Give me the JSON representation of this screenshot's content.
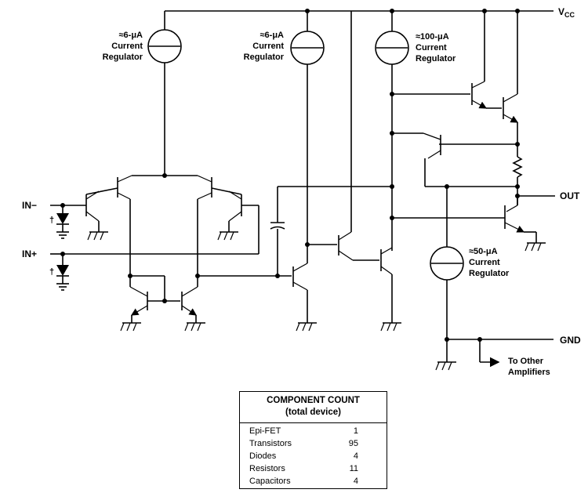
{
  "labels": {
    "vcc": "V",
    "vcc_sub": "CC",
    "in_minus": "IN−",
    "in_plus": "IN+",
    "out": "OUT",
    "gnd": "GND",
    "to_other_1": "To Other",
    "to_other_2": "Amplifiers",
    "dagger": "†"
  },
  "regulators": [
    {
      "value": "≈6-μA",
      "line1": "Current",
      "line2": "Regulator"
    },
    {
      "value": "≈6-μA",
      "line1": "Current",
      "line2": "Regulator"
    },
    {
      "value": "≈100-μA",
      "line1": "Current",
      "line2": "Regulator"
    },
    {
      "value": "≈50-μA",
      "line1": "Current",
      "line2": "Regulator"
    }
  ],
  "component_count": {
    "title": "COMPONENT COUNT",
    "subtitle": "(total device)",
    "rows": [
      {
        "name": "Epi-FET",
        "count": "1"
      },
      {
        "name": "Transistors",
        "count": "95"
      },
      {
        "name": "Diodes",
        "count": "4"
      },
      {
        "name": "Resistors",
        "count": "11"
      },
      {
        "name": "Capacitors",
        "count": "4"
      }
    ]
  }
}
